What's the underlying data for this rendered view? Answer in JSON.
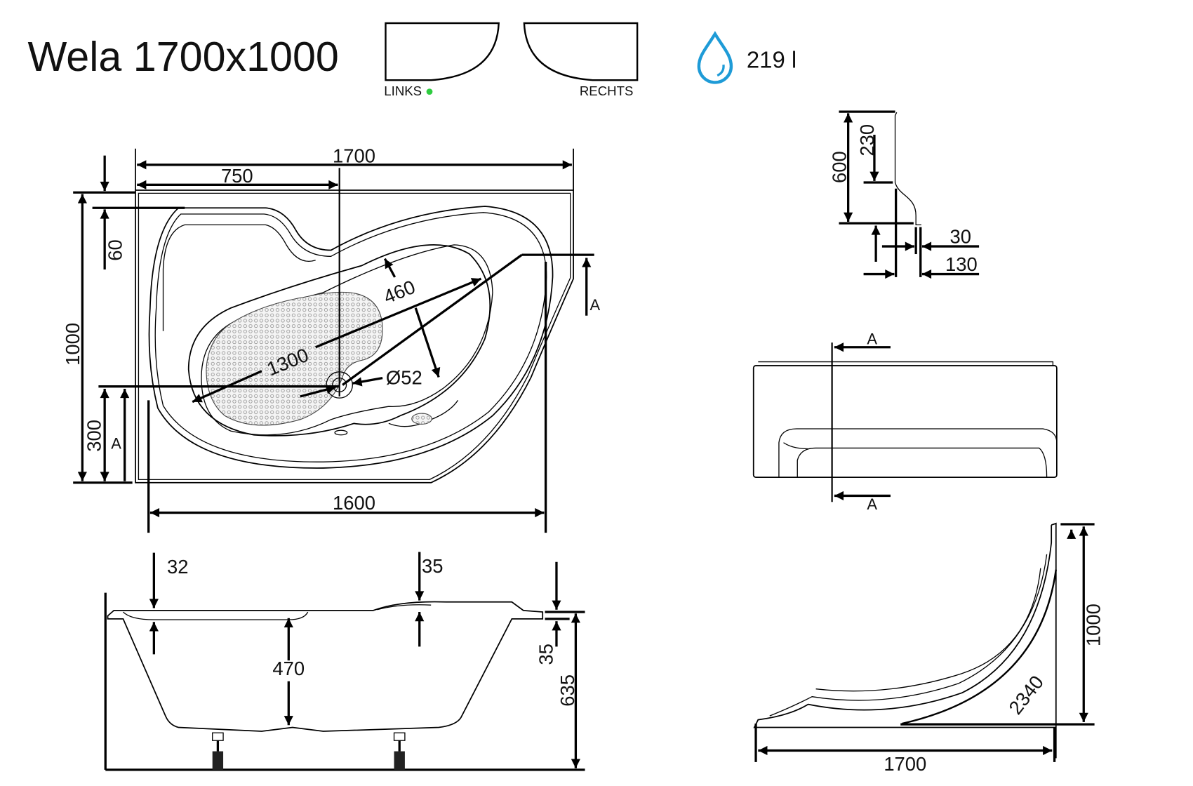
{
  "header": {
    "title": "Wela 1700x1000",
    "variant_left": "LINKS",
    "variant_right": "RECHTS",
    "selected_variant": "LINKS",
    "selected_color": "#2ecc40",
    "volume": "219 l",
    "water_icon": "water-drop-icon",
    "water_color": "#1e9bd7"
  },
  "top_view": {
    "width_total": "1700",
    "width_drain": "750",
    "depth_total": "1000",
    "rim": "60",
    "drain_offset": "300",
    "section_mark": "A",
    "length_inner": "1300",
    "width_inner": "460",
    "drain_diameter": "Ø52",
    "base_width": "1600"
  },
  "side_view": {
    "rim_left": "32",
    "rim_right": "35",
    "depth": "470",
    "edge": "35",
    "height_total": "635"
  },
  "profile_view": {
    "height": "600",
    "upper": "230",
    "panel": "30",
    "offset": "130"
  },
  "front_view": {
    "section_top": "A",
    "section_bottom": "A"
  },
  "panel_view": {
    "height": "1000",
    "arc_length": "2340",
    "width": "1700"
  }
}
